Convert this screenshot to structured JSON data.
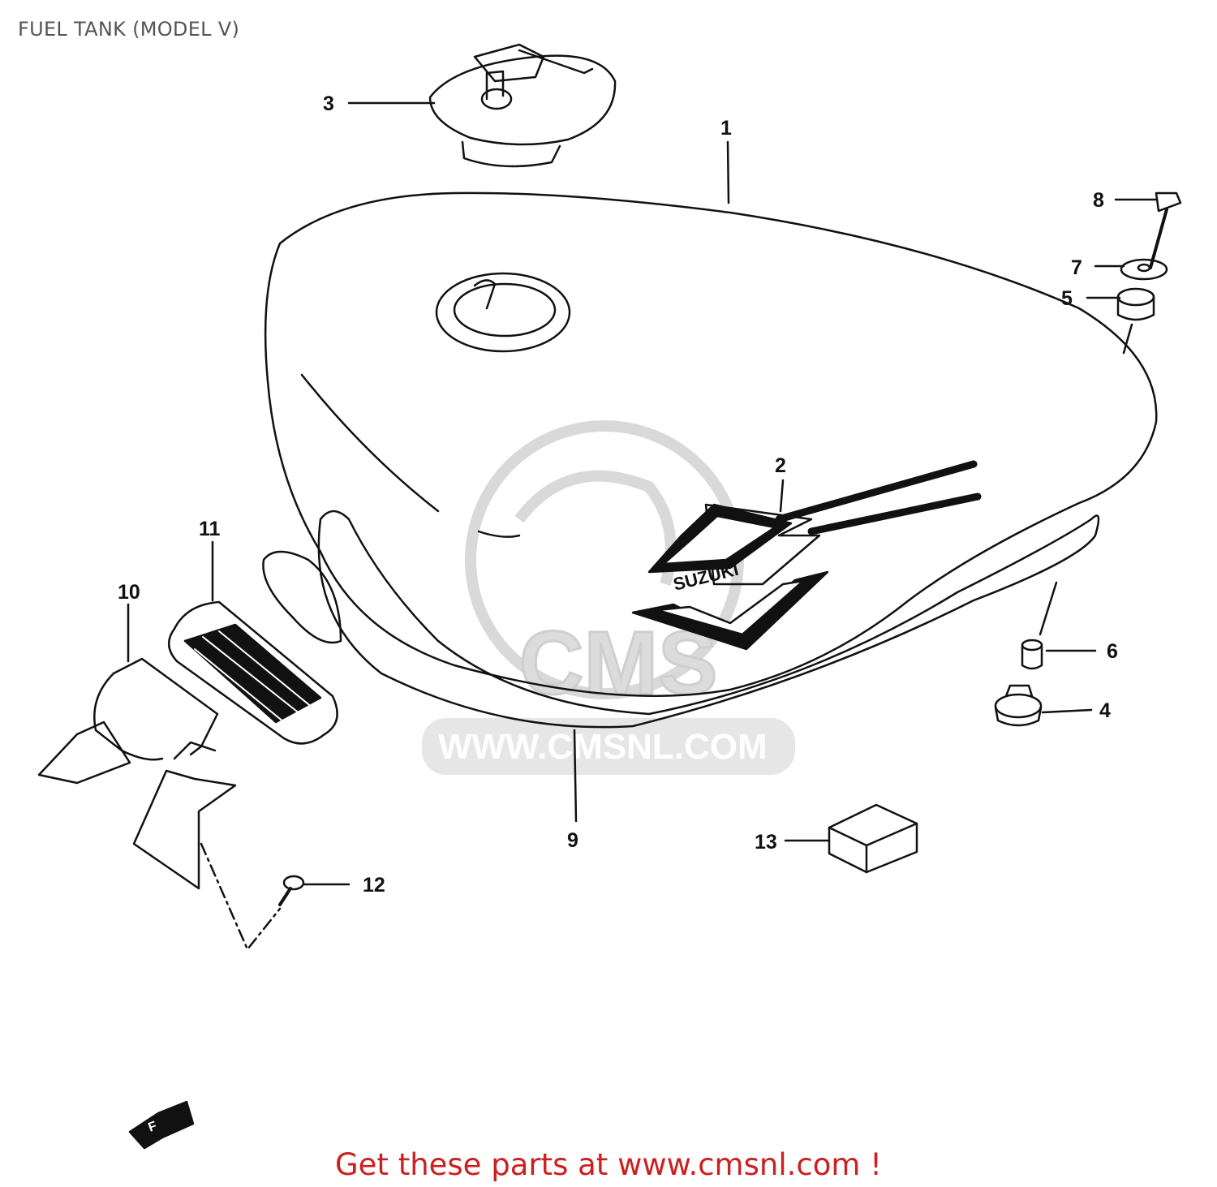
{
  "header": {
    "title": "FUEL TANK (MODEL V)"
  },
  "watermark": {
    "logo_text": "CMS",
    "url_text": "WWW.CMSNL.COM"
  },
  "parts": [
    {
      "ref": "1",
      "name": "fuel-tank"
    },
    {
      "ref": "2",
      "name": "tank-emblem"
    },
    {
      "ref": "3",
      "name": "fuel-cap"
    },
    {
      "ref": "4",
      "name": "rear-cushion"
    },
    {
      "ref": "5",
      "name": "cushion"
    },
    {
      "ref": "6",
      "name": "spacer"
    },
    {
      "ref": "7",
      "name": "washer"
    },
    {
      "ref": "8",
      "name": "bolt"
    },
    {
      "ref": "9",
      "name": "tank-stripe"
    },
    {
      "ref": "10",
      "name": "knee-pad-holder"
    },
    {
      "ref": "11",
      "name": "knee-grip"
    },
    {
      "ref": "12",
      "name": "screw"
    },
    {
      "ref": "13",
      "name": "cushion-block"
    }
  ],
  "emblem_text": "SUZUKI",
  "direction_arrow": "F",
  "footer": {
    "text": "Get these parts at www.cmsnl.com !"
  },
  "colors": {
    "line": "#111111",
    "watermark": "#d9d9d9",
    "footer": "#cc1f1f",
    "title": "#555555"
  }
}
